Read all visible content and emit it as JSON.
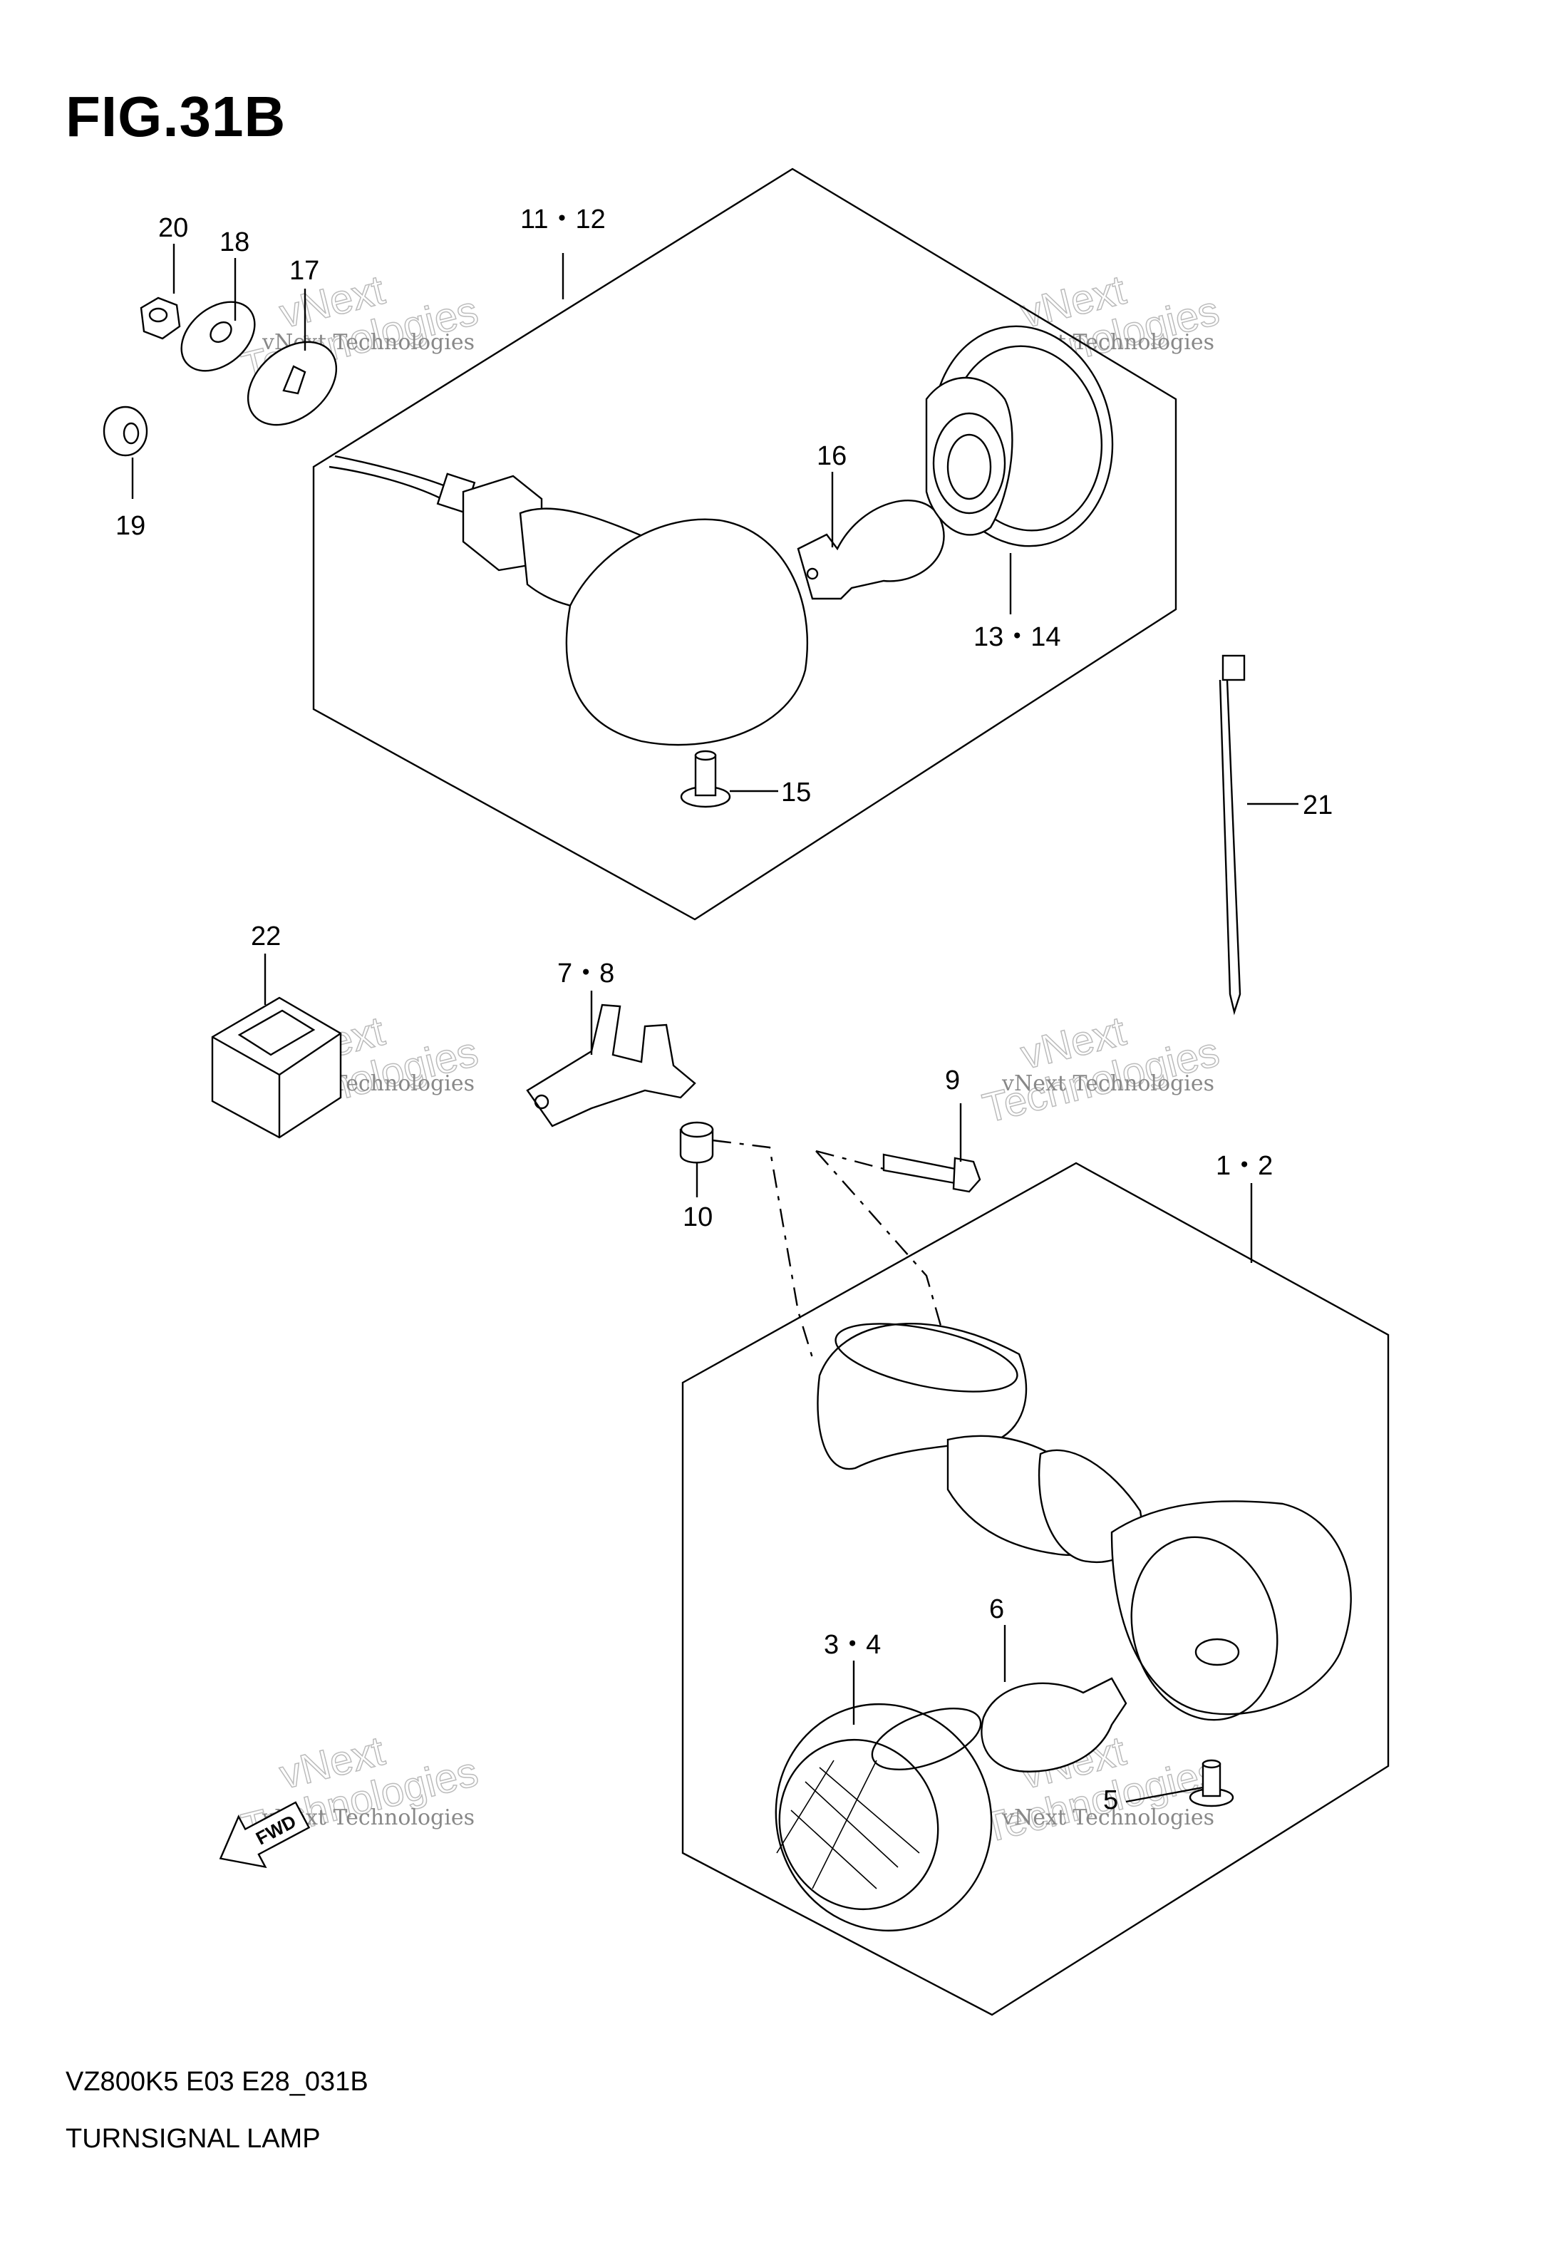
{
  "figure": {
    "title": "FIG.31B",
    "model_code": "VZ800K5 E03 E28_031B",
    "section_name": "TURNSIGNAL LAMP"
  },
  "callouts": {
    "c20": "20",
    "c18": "18",
    "c17": "17",
    "c19": "19",
    "c11_12": "11・12",
    "c16": "16",
    "c13_14": "13・14",
    "c15": "15",
    "c21": "21",
    "c22": "22",
    "c7_8": "7・8",
    "c9": "9",
    "c10": "10",
    "c1_2": "1・2",
    "c6": "6",
    "c3_4": "3・4",
    "c5": "5"
  },
  "fwd_arrow": {
    "label": "FWD"
  },
  "watermark": {
    "line1": "vNext Technologies",
    "line2": "Technologies",
    "line3": "vNext"
  },
  "icons": [
    "nut-icon",
    "washer-icon",
    "grommet-icon",
    "bulb-icon",
    "screw-icon",
    "cable-tie-icon",
    "relay-icon",
    "bracket-icon",
    "spacer-icon",
    "bolt-icon",
    "lamp-housing-icon",
    "lens-icon",
    "fwd-arrow-icon"
  ]
}
